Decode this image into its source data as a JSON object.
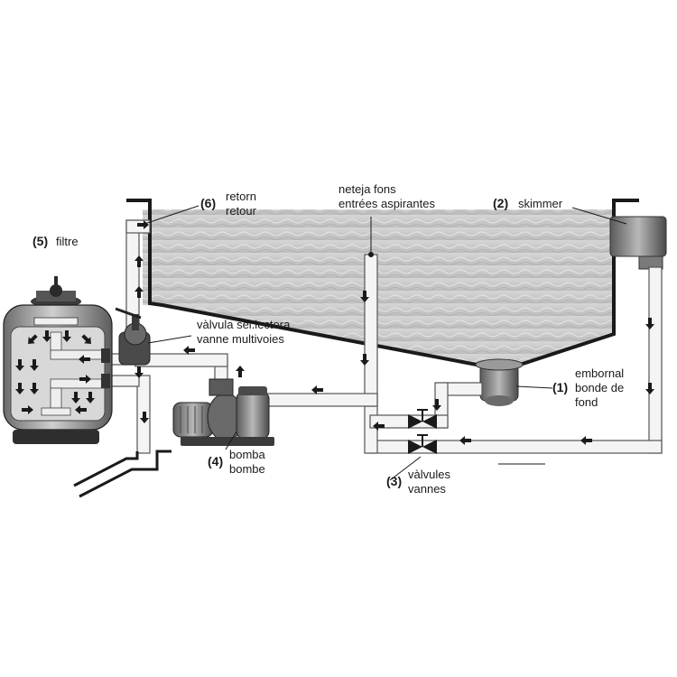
{
  "labels": {
    "filter": {
      "num": "(5)",
      "text": "filtre"
    },
    "return": {
      "num": "(6)",
      "line1": "retorn",
      "line2": "retour"
    },
    "vacuum": {
      "line1": "neteja fons",
      "line2": "entrées aspirantes"
    },
    "skimmer": {
      "num": "(2)",
      "text": "skimmer"
    },
    "valve_selector": {
      "line1": "vàlvula sel.lectora",
      "line2": "vanne multivoies"
    },
    "main_drain": {
      "num": "(1)",
      "line1": "embornal",
      "line2": "bonde de",
      "line3": "fond"
    },
    "pump": {
      "num": "(4)",
      "line1": "bomba",
      "line2": "bombe"
    },
    "valves": {
      "num": "(3)",
      "line1": "vàlvules",
      "line2": "vannes"
    }
  },
  "colors": {
    "water": "#c9c9c9",
    "outline": "#1a1a1a",
    "pipe_fill": "#f4f4f4",
    "pipe_stroke": "#555555",
    "equipment": "#8a8a8a"
  },
  "icons": [
    "arrow-icon",
    "valve-icon",
    "pump-icon",
    "filter-tank-icon",
    "skimmer-box-icon",
    "drain-icon"
  ]
}
